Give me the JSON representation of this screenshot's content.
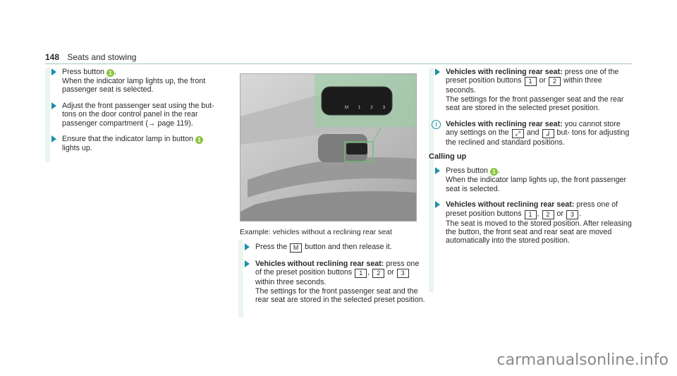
{
  "header": {
    "page_number": "148",
    "section": "Seats and stowing"
  },
  "col1": {
    "step1_a": "Press button",
    "step1_badge": "1",
    "step1_b": ".",
    "step1_c": "When the indicator lamp lights up, the front passenger seat is selected.",
    "step2": "Adjust the front passenger seat using the but- tons on the door control panel in the rear passenger compartment (",
    "step2_arrow": "→",
    "step2_ref": "page 119).",
    "step3_a": "Ensure that the indicator lamp in button",
    "step3_badge": "1",
    "step3_b": "lights up."
  },
  "figure": {
    "buttons": [
      "M",
      "1",
      "2",
      "3"
    ],
    "caption": "Example: vehicles without a reclining rear seat"
  },
  "col2": {
    "s1_a": "Press the",
    "s1_key": "M",
    "s1_b": "button and then release it.",
    "s2_bold": "Vehicles without reclining rear seat:",
    "s2_a": "press one of the preset position buttons",
    "k1": "1",
    "sep1": ",",
    "k2": "2",
    "or": "or",
    "k3": "3",
    "s2_b": "within three seconds.",
    "s2_c": "The settings for the front passenger seat and the rear seat are stored in the selected preset position."
  },
  "col3": {
    "s1_bold": "Vehicles with reclining rear seat:",
    "s1_a": "press one of the preset position buttons",
    "k1": "1",
    "or": "or",
    "k2": "2",
    "s1_b": "within three seconds.",
    "s1_c": "The settings for the front passenger seat and the rear seat are stored in the selected preset position.",
    "note_bold": "Vehicles with reclining rear seat:",
    "note_a": "you cannot store any settings on the",
    "note_and": "and",
    "note_b": "but- tons for adjusting the reclined and standard positions.",
    "calling_up": "Calling up",
    "c1_a": "Press button",
    "c1_badge": "1",
    "c1_b": ".",
    "c1_c": "When the indicator lamp lights up, the front passenger seat is selected.",
    "c2_bold": "Vehicles without reclining rear seat:",
    "c2_a": "press one of preset position buttons",
    "ck1": "1",
    "csep": ",",
    "ck2": "2",
    "cor": "or",
    "ck3": "3",
    "cdot": ".",
    "c2_b": "The seat is moved to the stored position. After releasing the button, the front seat and rear seat are moved automatically into the stored position."
  },
  "watermark": "carmanualsonline.info"
}
